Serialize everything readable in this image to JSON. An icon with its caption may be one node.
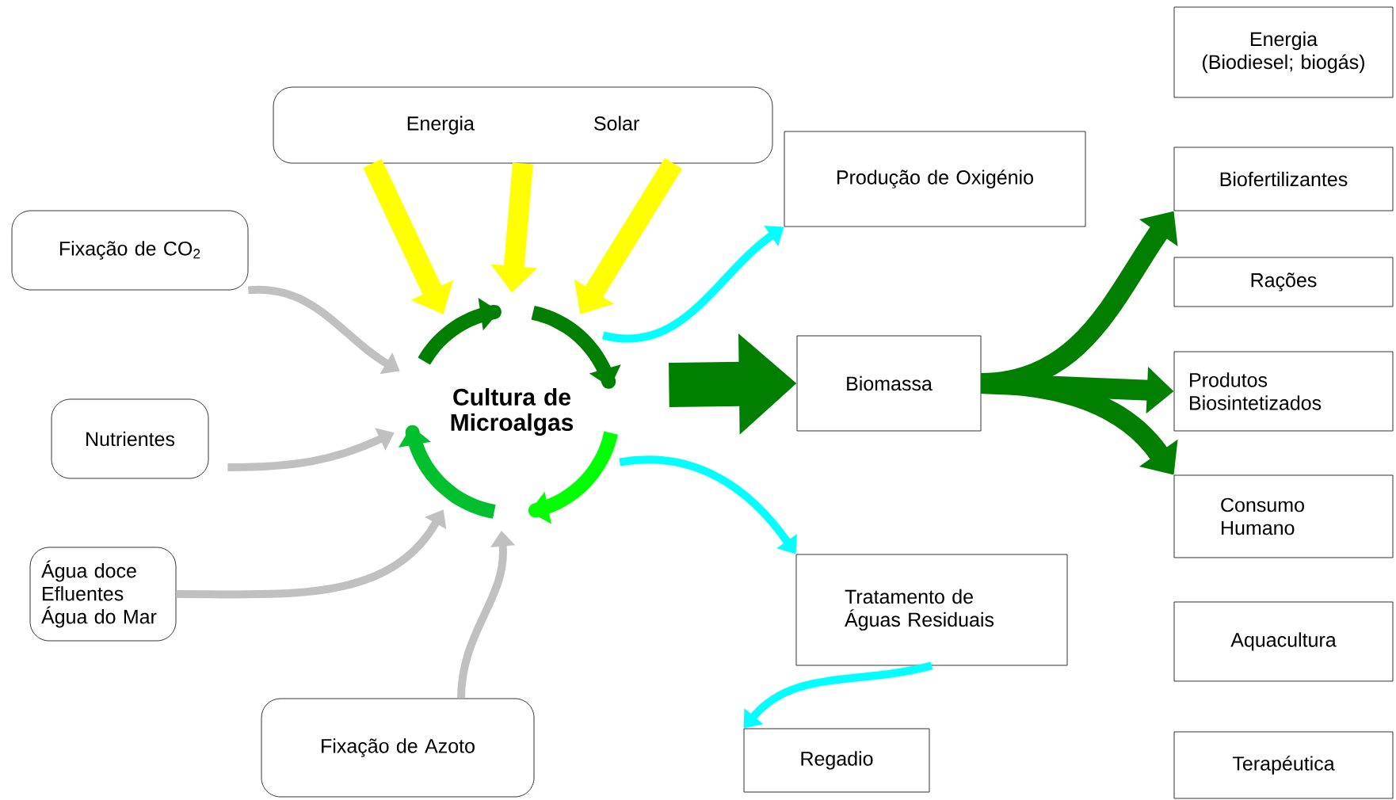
{
  "diagram": {
    "nodes": [
      {
        "text": [
          "Energia",
          "Solar"
        ]
      },
      {
        "text": [
          "Cultura de Microalgas"
        ]
      },
      {
        "text": [
          "Fixação de CO$_{2}$"
        ]
      },
      {
        "text": [
          "Nutrientes"
        ]
      },
      {
        "text": [
          "Água doce Efluentes Água do Mar"
        ]
      },
      {
        "text": [
          "Fixação de Azoto"
        ]
      },
      {
        "text": [
          "Produção de Oxigénio"
        ]
      },
      {
        "text": [
          "Biomassa"
        ]
      },
      {
        "text": [
          "Tratamento de Águas Residuais"
        ]
      },
      {
        "text": [
          "Regadio"
        ]
      },
      {
        "text": [
          "Energia (Biodiesel; biogás)"
        ]
      },
      {
        "text": [
          "Biofertilizantes"
        ]
      },
      {
        "text": [
          "Rações"
        ]
      },
      {
        "text": [
          "Produtos Biosintetizados"
        ]
      },
      {
        "text": [
          "Consumo Humano"
        ]
      },
      {
        "text": [
          "Aquacultura"
        ]
      },
      {
        "text": [
          "Terapéutica"
        ]
      }
    ],
    "edges": [
      {
        "from": 0,
        "to": 1,
        "arrow": "to",
        "style": "thick",
        "color": "#ffff00"
      },
      {
        "from": 0,
        "to": 1,
        "arrow": "to",
        "style": "thick",
        "color": "#ffff00"
      },
      {
        "from": 0,
        "to": 1,
        "arrow": "to",
        "style": "thick",
        "color": "#ffff00"
      },
      {
        "from": 2,
        "to": 1,
        "arrow": "to",
        "color": "#c0c0c0"
      },
      {
        "from": 3,
        "to": 1,
        "arrow": "to",
        "color": "#c0c0c0"
      },
      {
        "from": 4,
        "to": 1,
        "arrow": "to",
        "color": "#c0c0c0"
      },
      {
        "from": 5,
        "to": 1,
        "arrow": "to",
        "color": "#c0c0c0"
      },
      {
        "from": 1,
        "to": 6,
        "arrow": "to",
        "color": "#00ffff"
      },
      {
        "from": 1,
        "to": 7,
        "arrow": "to",
        "style": "thick",
        "color": "#007f00"
      },
      {
        "from": 1,
        "to": 8,
        "arrow": "to",
        "color": "#00ffff"
      },
      {
        "from": 8,
        "to": 9,
        "arrow": "to",
        "color": "#00ffff"
      },
      {
        "from": 7,
        "to": 11,
        "arrow": "to",
        "style": "thick",
        "color": "#007f00"
      },
      {
        "from": 7,
        "to": 13,
        "arrow": "to",
        "style": "thick",
        "color": "#007f00"
      },
      {
        "from": 7,
        "to": 14,
        "arrow": "to",
        "style": "thick",
        "color": "#007f00"
      }
    ]
  }
}
